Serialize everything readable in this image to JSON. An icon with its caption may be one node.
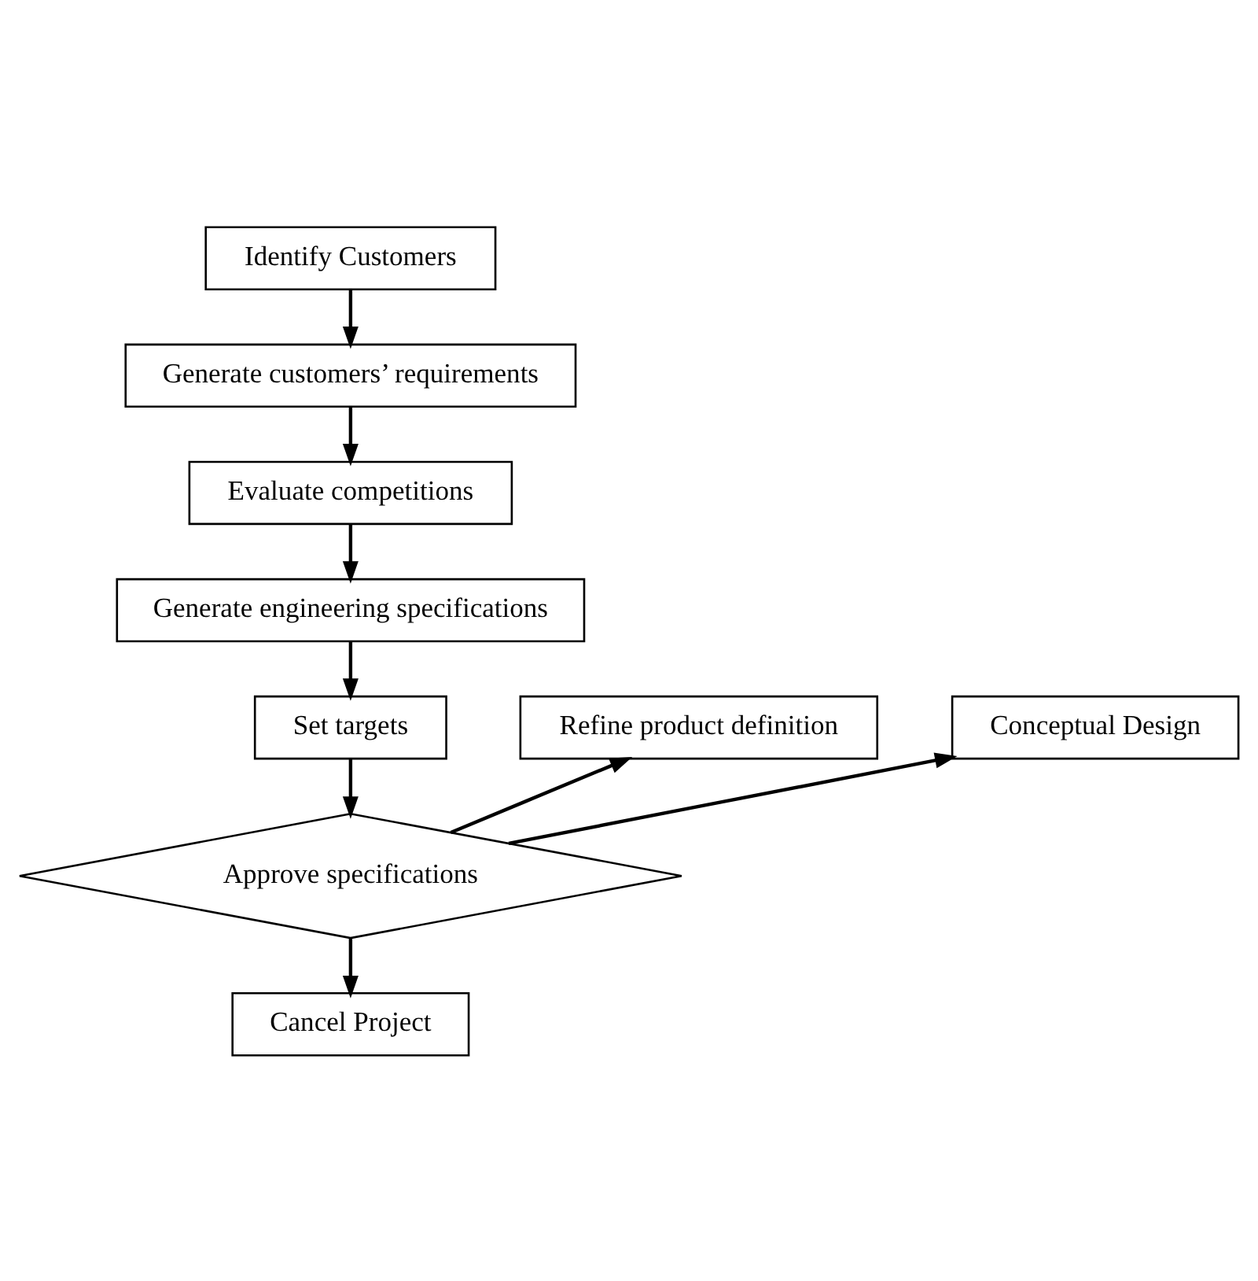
{
  "diagram": {
    "nodes": [
      {
        "text": [
          "Identify Customers"
        ]
      },
      {
        "text": [
          "Generate customers’ requirements"
        ]
      },
      {
        "text": [
          "Evaluate competitions"
        ]
      },
      {
        "text": [
          "Generate engineering specifications"
        ]
      },
      {
        "text": [
          "Set targets"
        ]
      },
      {
        "text": [
          "Refine product definition"
        ]
      },
      {
        "text": [
          "Conceptual Design"
        ]
      },
      {
        "text": [
          "Approve specifications"
        ]
      },
      {
        "text": [
          "Cancel Project"
        ]
      }
    ],
    "edges": [
      {
        "from": 0,
        "to": 1,
        "arrow": "to"
      },
      {
        "from": 1,
        "to": 2,
        "arrow": "to"
      },
      {
        "from": 2,
        "to": 3,
        "arrow": "to"
      },
      {
        "from": 3,
        "to": 4,
        "arrow": "to"
      },
      {
        "from": 4,
        "to": 7,
        "arrow": "to"
      },
      {
        "from": 7,
        "to": 5,
        "arrow": "to"
      },
      {
        "from": 7,
        "to": 6,
        "arrow": "to"
      },
      {
        "from": 7,
        "to": 8,
        "arrow": "to"
      }
    ]
  }
}
